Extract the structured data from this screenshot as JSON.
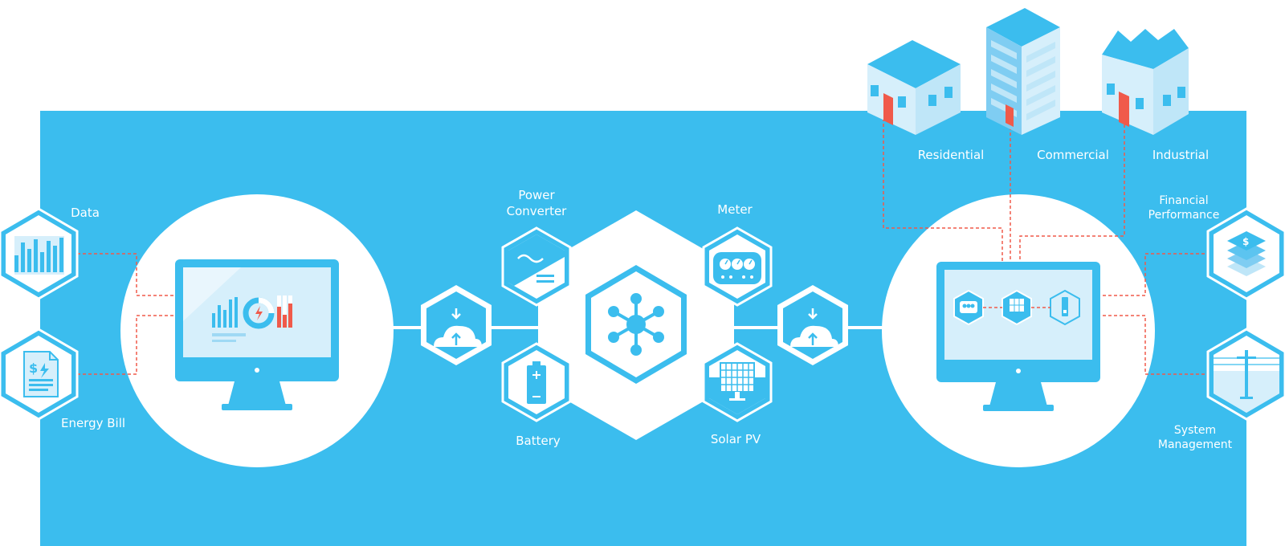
{
  "colors": {
    "panel": "#3bbdee",
    "white": "#ffffff",
    "pale": "#d6effb",
    "accent": "#f05a4a",
    "building_light": "#bfe6f8",
    "building_dark": "#7fcdf2"
  },
  "labels": {
    "data": "Data",
    "energy_bill": "Energy Bill",
    "power_converter": [
      "Power",
      "Converter"
    ],
    "meter": "Meter",
    "battery": "Battery",
    "solar_pv": "Solar PV",
    "residential": "Residential",
    "commercial": "Commercial",
    "industrial": "Industrial",
    "financial_performance": [
      "Financial",
      "Performance"
    ],
    "system_management": [
      "System",
      "Management"
    ]
  },
  "icons": {
    "data": "bar-chart-icon",
    "energy_bill": "energy-bill-icon",
    "power_converter": "power-converter-icon",
    "meter": "meter-icon",
    "battery": "battery-icon",
    "solar_pv": "solar-panel-icon",
    "hub": "network-hub-icon",
    "cloud_sync": "cloud-sync-icon",
    "financial": "stacked-layers-dollar-icon",
    "system": "utility-pole-icon",
    "monitor": "monitor-icon"
  }
}
